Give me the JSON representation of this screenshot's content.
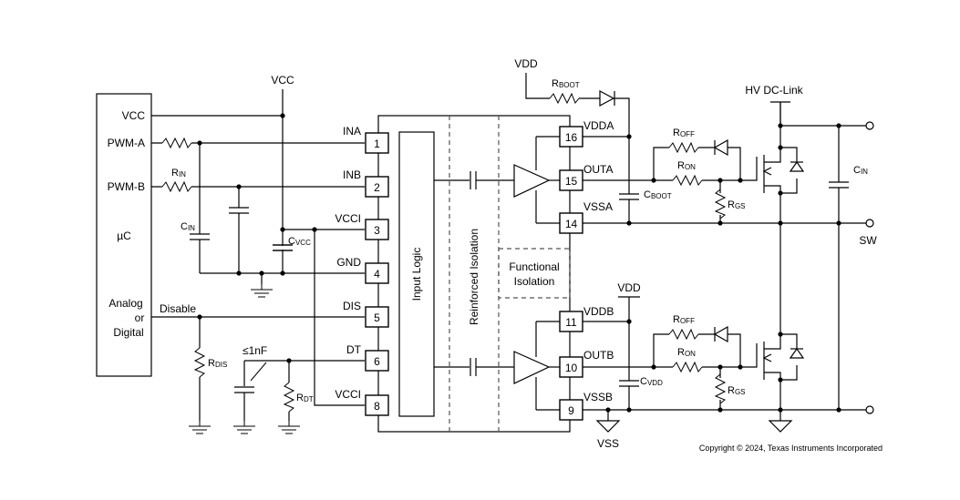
{
  "mcu": {
    "name": "µC",
    "pins": {
      "vcc": "VCC",
      "pwm_a": "PWM-A",
      "pwm_b": "PWM-B",
      "control": [
        "Analog",
        "or",
        "Digital"
      ]
    }
  },
  "supplies": {
    "vcc_top": "VCC",
    "vdd_boot": "VDD",
    "vdd_low": "VDD",
    "vss": "VSS",
    "hv": "HV DC-Link",
    "sw": "SW"
  },
  "signals": {
    "disable": "Disable"
  },
  "components": {
    "r_in": {
      "main": "R",
      "sub": "IN"
    },
    "c_in_left": {
      "main": "C",
      "sub": "IN"
    },
    "c_vcc": {
      "main": "C",
      "sub": "VCC"
    },
    "r_dis": {
      "main": "R",
      "sub": "DIS"
    },
    "c_dt": "≤1nF",
    "r_dt": {
      "main": "R",
      "sub": "DT"
    },
    "r_boot": {
      "main": "R",
      "sub": "BOOT"
    },
    "c_boot": {
      "main": "C",
      "sub": "BOOT"
    },
    "c_vdd": {
      "main": "C",
      "sub": "VDD"
    },
    "r_off_a": {
      "main": "R",
      "sub": "OFF"
    },
    "r_on_a": {
      "main": "R",
      "sub": "ON"
    },
    "r_gs_a": {
      "main": "R",
      "sub": "GS"
    },
    "r_off_b": {
      "main": "R",
      "sub": "OFF"
    },
    "r_on_b": {
      "main": "R",
      "sub": "ON"
    },
    "r_gs_b": {
      "main": "R",
      "sub": "GS"
    },
    "c_in_right": {
      "main": "C",
      "sub": "IN"
    }
  },
  "ic": {
    "blocks": {
      "input_logic": "Input Logic",
      "reinforced": "Reinforced Isolation",
      "functional": [
        "Functional",
        "Isolation"
      ]
    },
    "left_pins": [
      {
        "name": "INA",
        "num": "1"
      },
      {
        "name": "INB",
        "num": "2"
      },
      {
        "name": "VCCI",
        "num": "3"
      },
      {
        "name": "GND",
        "num": "4"
      },
      {
        "name": "DIS",
        "num": "5"
      },
      {
        "name": "DT",
        "num": "6"
      },
      {
        "name": "VCCI",
        "num": "8"
      }
    ],
    "right_pins": [
      {
        "name": "VDDA",
        "num": "16"
      },
      {
        "name": "OUTA",
        "num": "15"
      },
      {
        "name": "VSSA",
        "num": "14"
      },
      {
        "name": "VDDB",
        "num": "11"
      },
      {
        "name": "OUTB",
        "num": "10"
      },
      {
        "name": "VSSB",
        "num": "9"
      }
    ]
  },
  "copyright": "Copyright © 2024, Texas Instruments Incorporated"
}
